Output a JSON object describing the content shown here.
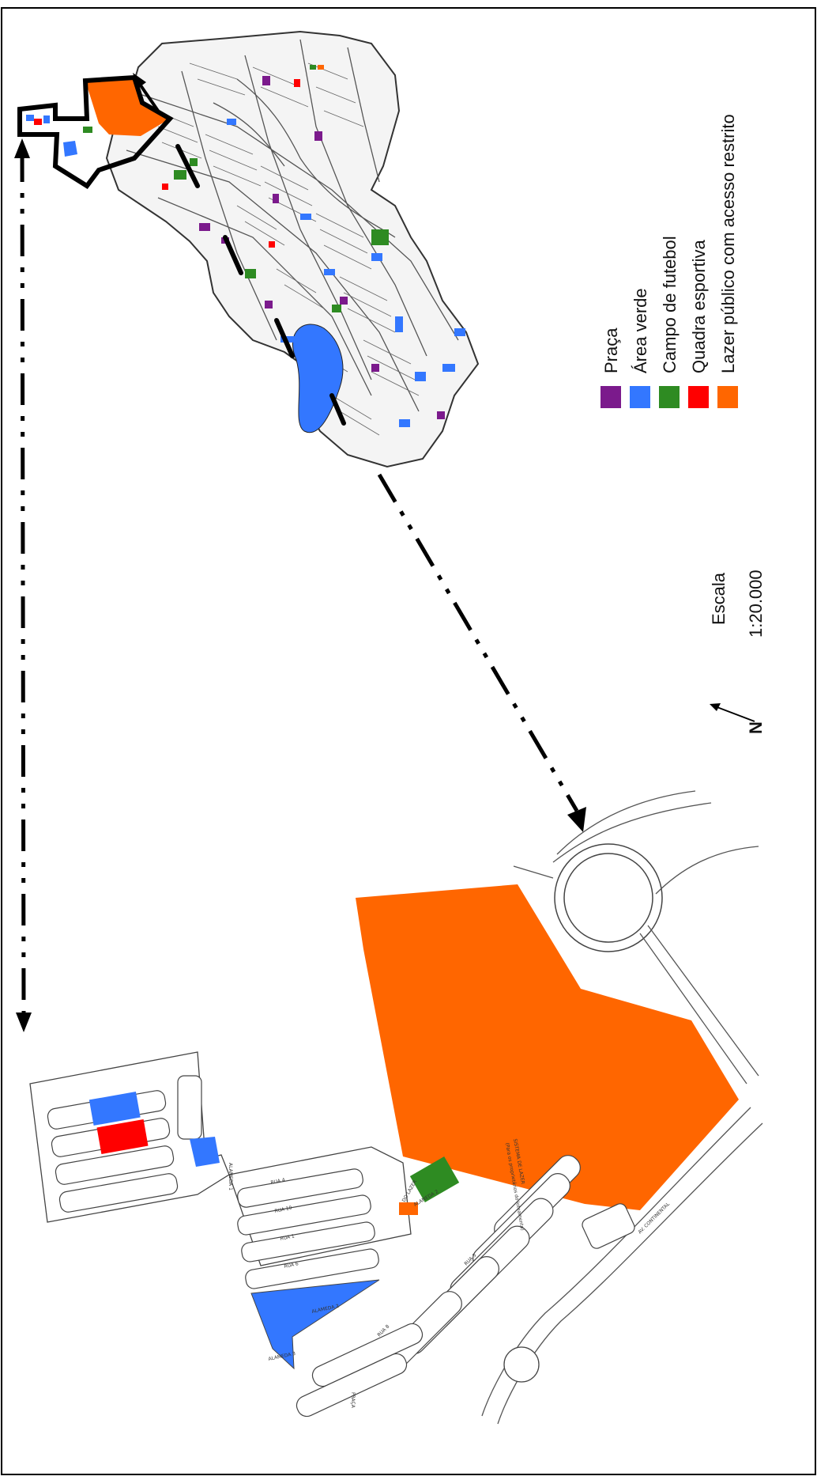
{
  "colors": {
    "praca": "#7B1A8C",
    "area_verde": "#3377FF",
    "campo_futebol": "#2E8B22",
    "quadra_esportiva": "#FF0000",
    "lazer_restrito": "#FF6600",
    "outline": "#000000"
  },
  "legend": {
    "items": [
      {
        "label": "Praça",
        "color": "#7B1A8C"
      },
      {
        "label": "Área verde",
        "color": "#3377FF"
      },
      {
        "label": "Campo de futebol",
        "color": "#2E8B22"
      },
      {
        "label": "Quadra esportiva",
        "color": "#FF0000"
      },
      {
        "label": "Lazer público com acesso restrito",
        "color": "#FF6600"
      }
    ]
  },
  "scale": {
    "title": "Escala",
    "value": "1:20.000"
  },
  "north": {
    "label": "N",
    "icon": "north-arrow-icon"
  },
  "street_labels": [
    "RUA 4",
    "RUA 10",
    "RUA 1",
    "RUA 6",
    "ALAMEDA 2",
    "ALAMEDA 3",
    "RUA 8",
    "RUA 5",
    "PRAÇA",
    "ALAMEDA 2",
    "DO LAZER",
    "SISTEMA DE LAZER",
    "(Para os proprietários do loteamento)",
    "AV. CONTINENTAL",
    "ALAMEDA 1"
  ]
}
